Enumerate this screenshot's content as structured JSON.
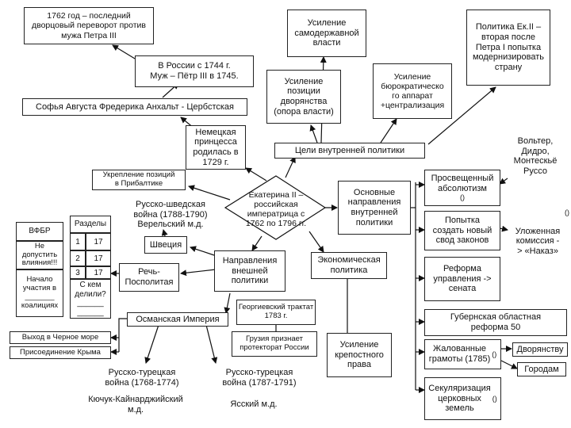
{
  "nodes": {
    "coup": "1762 год – последний\nдворцовый переворот против\nмужа Петра III",
    "russia": "В России с 1744 г.\nМуж – Пётр III в 1745.",
    "sophia": "Софья Августа Фредерика Анхальт - Цербстская",
    "autocracy": "Усиление\nсамодержавной\nвласти",
    "nobility": "Усиление\nпозиции\nдворянства\n(опора власти)",
    "bureaucracy": "Усиление\nбюрократическо\nго аппарат\n+централизация",
    "policy_ek2": "Политика Ек.II –\nвторая после\nПетра I попытка\nмодернизировать\nстрану",
    "philosophers": "Вольтер,\nДидро,\nМонтескьё\nРуссо",
    "german": "Немецкая\nпринцесса\nродилась в\n1729 г.",
    "goals": "Цели внутренней политики",
    "baltic": "Укрепление позиций\nв Прибалтике",
    "swedish_war": "Русско-шведская\nвойна (1788-1790)\nВерельский м.д.",
    "catherine": "Екатерина II –\nроссийская\nимператрица с\n1762 по 1796 гг.",
    "main_dirs": "Основные\nнаправления\nвнутренней\nполитики",
    "enlightened": "Просвещенный\nабсолютизм",
    "enlightened_glyph": "()",
    "commission": "Уложенная\nкомиссия -\n> «Наказ»",
    "commission_glyph": "()",
    "attempt": "Попытка\nсоздать новый\nсвод законов",
    "vkfr": "ВФБР",
    "not_allow": "Не\nдопустить\nвлияния!!!",
    "coalition": "Начало\nучастия в\n_______\nкоалициях",
    "sections": "Разделы",
    "sweden": "Швеция",
    "rzech": "Речь-\nПосполитая",
    "foreign": "Направления\nвнешней\nполитики",
    "economic": "Экономическая\nполитика",
    "reform_senate": "Реформа\nуправления ->\nсената",
    "with_whom": "С кем\nделили?\n______\n______",
    "georgievsk": "Георгиевский трактат\n1783 г.",
    "ottoman": "Османская Империя",
    "gubernia": "Губернская  областная\nреформа  50",
    "black_sea": "Выход в Черное море",
    "crimea": "Присоединение Крыма",
    "georgia": "Грузия признает\nпротекторат России",
    "serfdom": "Усиление\nкрепостного\nправа",
    "charters": "Жалованные\nграмоты (1785)",
    "charters_glyph": "()",
    "dvoryanstvu": "Дворянству",
    "gorodam": "Городам",
    "rt_war1": "Русско-турецкая\nвойна (1768-1774)",
    "rt_war2": "Русско-турецкая\nвойна (1787-1791)",
    "kuchuk": "Кючук-Кайнарджийский\nм.д.",
    "yassy": "Ясский м.д.",
    "secular": "Секуляризация\nцерковных\nземель",
    "secular_glyph": "()"
  },
  "partition_table": [
    {
      "num": "1",
      "year": "17"
    },
    {
      "num": "2",
      "year": "17"
    },
    {
      "num": "3",
      "year": "17"
    }
  ]
}
